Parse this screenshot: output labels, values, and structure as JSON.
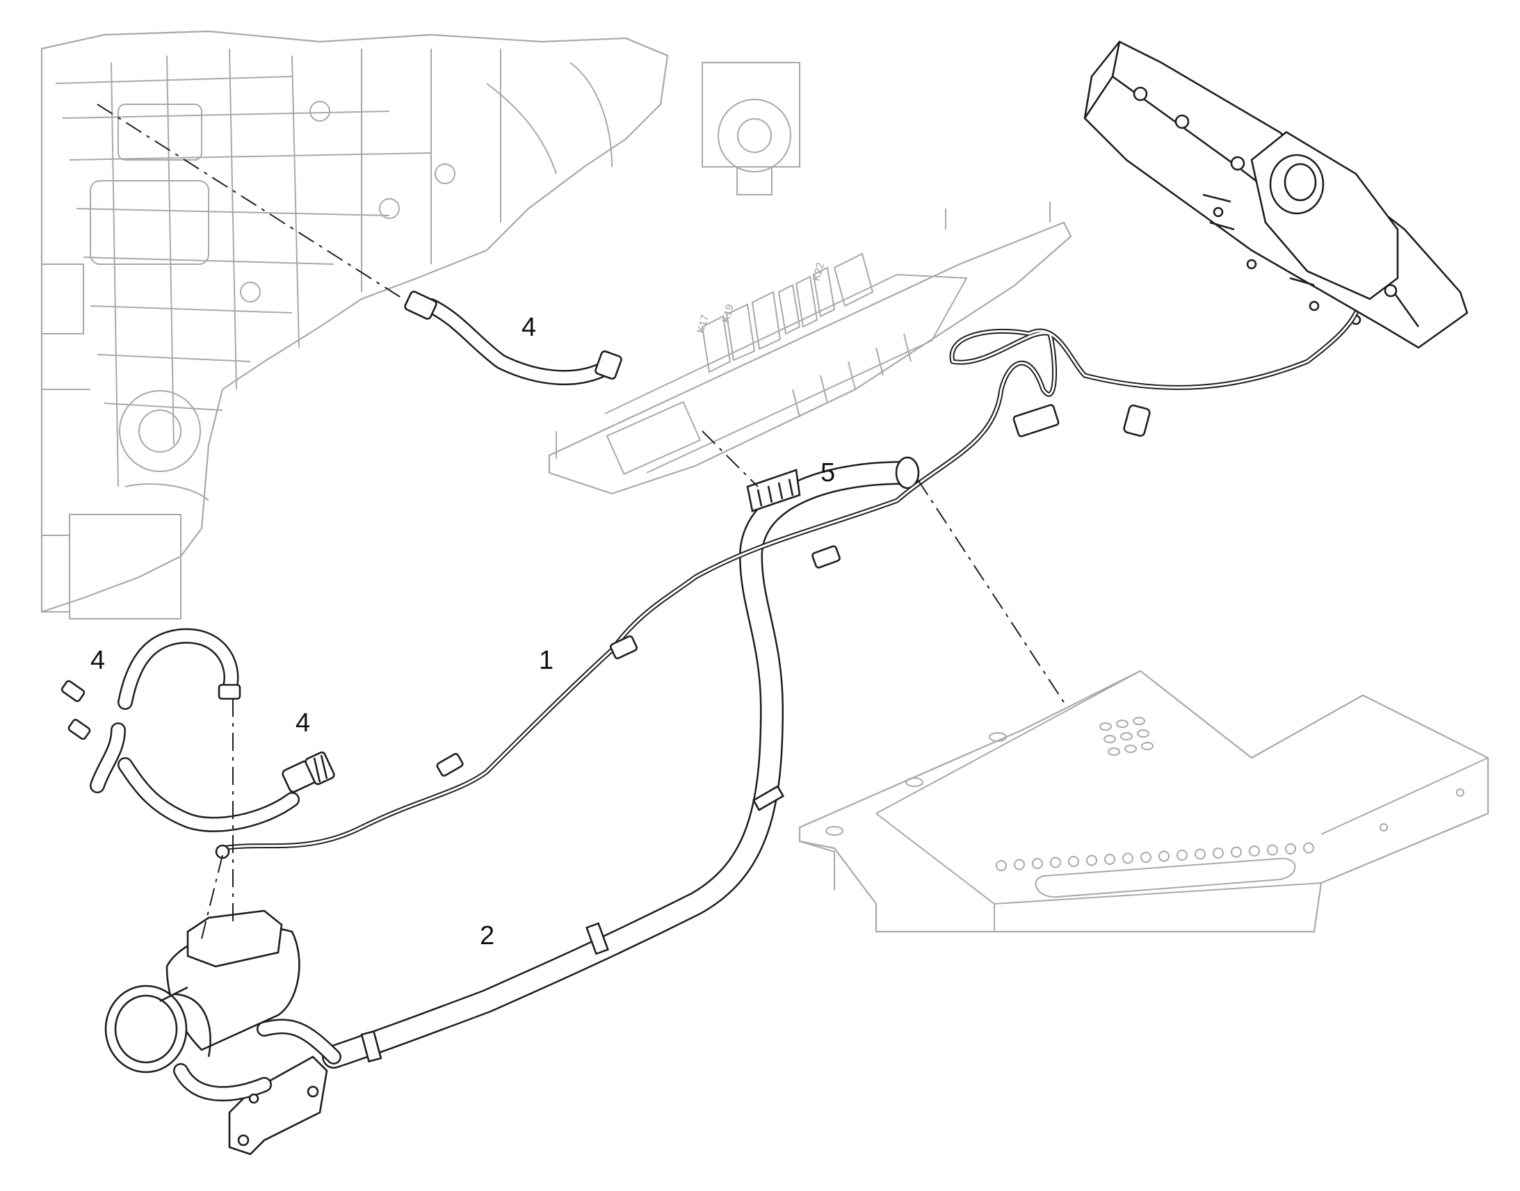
{
  "callouts": [
    {
      "id": "wire-harness",
      "label": "1"
    },
    {
      "id": "coolant-hose-main",
      "label": "2"
    },
    {
      "id": "hose-engine-top",
      "label": "4"
    },
    {
      "id": "hose-left",
      "label": "4"
    },
    {
      "id": "hose-connector-left",
      "label": "4"
    },
    {
      "id": "relay-connector",
      "label": "5"
    }
  ],
  "relay_labels": [
    "K17",
    "K19",
    "K22"
  ],
  "colors": {
    "ink": "#1e1e1e",
    "ghost": "#a8a8a8",
    "background": "#ffffff"
  }
}
